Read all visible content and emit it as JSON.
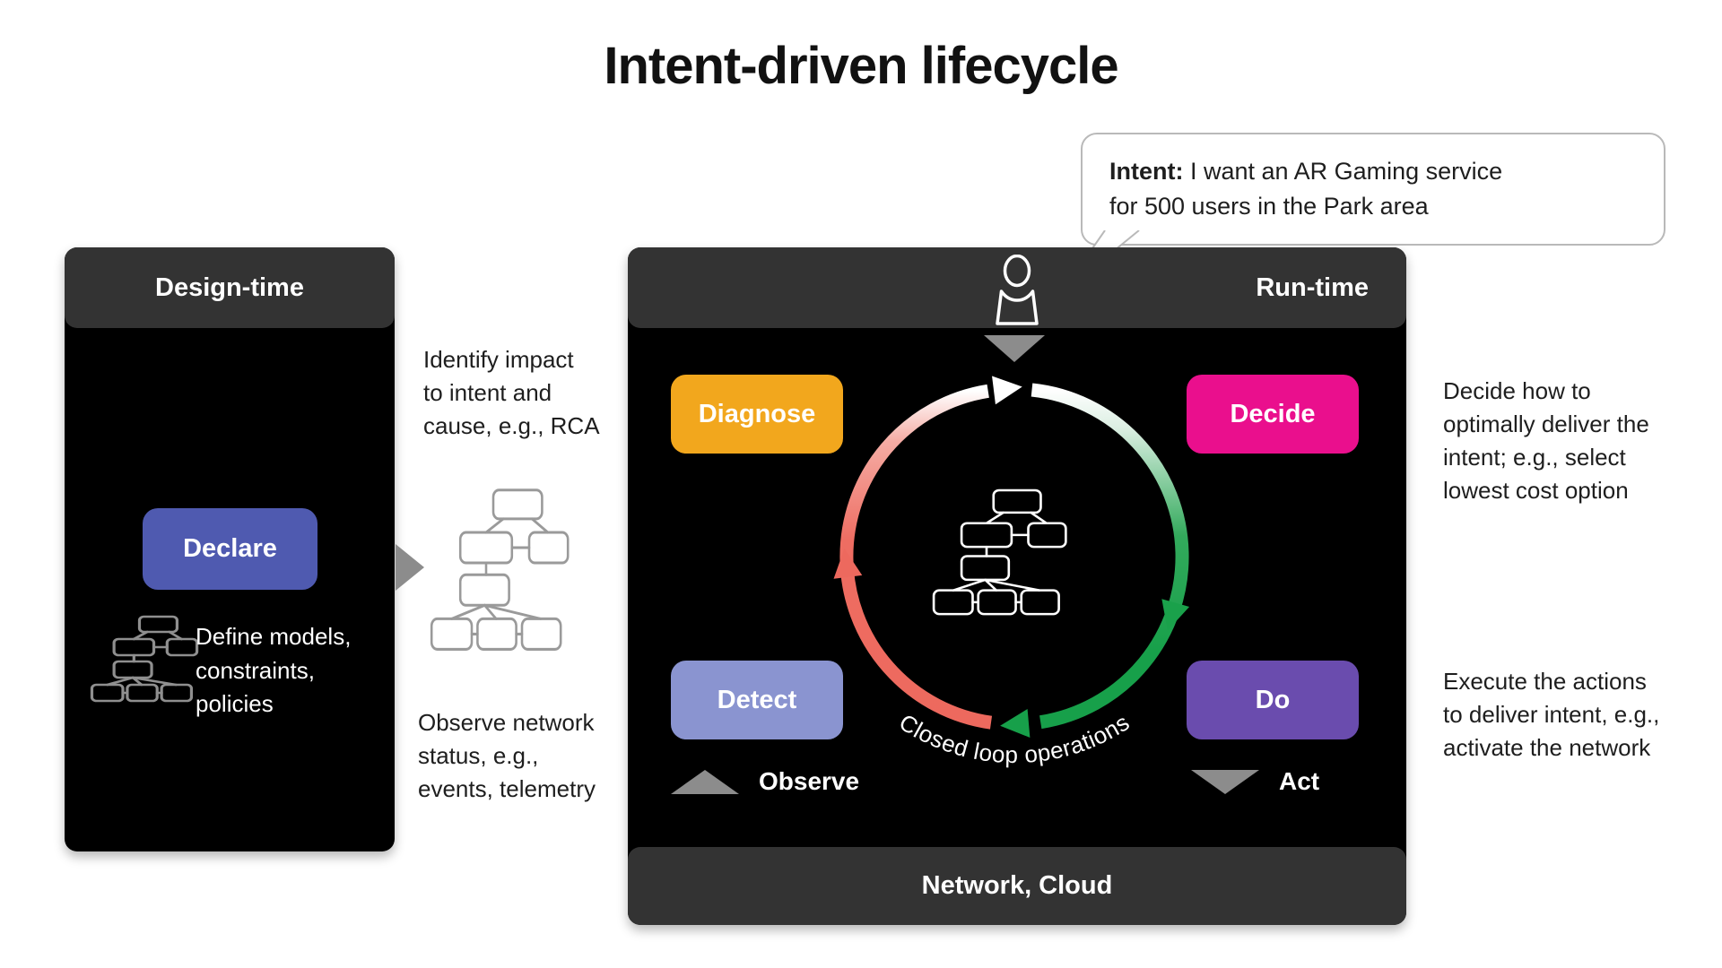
{
  "title": "Intent-driven lifecycle",
  "speech_bubble": {
    "label": "Intent:",
    "line1_rest": "I want an AR Gaming service",
    "line2": "for 500 users in the Park area"
  },
  "design_panel": {
    "header": "Design-time",
    "declare": {
      "label": "Declare",
      "color": "#4f5ab0"
    },
    "note_lines": [
      "Define models,",
      "constraints,",
      "policies"
    ]
  },
  "annotations": {
    "identify": [
      "Identify impact",
      "to intent and",
      "cause, e.g., RCA"
    ],
    "observe": [
      "Observe network",
      "status, e.g.,",
      "events, telemetry"
    ],
    "decide": [
      "Decide how to",
      "optimally deliver the",
      "intent; e.g., select",
      "lowest cost option"
    ],
    "execute": [
      "Execute the actions",
      "to deliver intent, e.g.,",
      "activate the network"
    ]
  },
  "runtime_panel": {
    "header": "Run-time",
    "buttons": [
      {
        "id": "diagnose",
        "label": "Diagnose",
        "color": "#f2a71d"
      },
      {
        "id": "decide",
        "label": "Decide",
        "color": "#ea0f8d"
      },
      {
        "id": "detect",
        "label": "Detect",
        "color": "#8a94d0"
      },
      {
        "id": "do",
        "label": "Do",
        "color": "#6a4cae"
      }
    ],
    "loop_label": "Closed loop operations",
    "observe_label": "Observe",
    "act_label": "Act",
    "footer": "Network, Cloud"
  },
  "colors": {
    "panel_header_gray": "#333333",
    "panel_body_black": "#000000",
    "arc_green": "#17a04a",
    "arc_salmon": "#ed695e",
    "marker_gray": "#8c8c8c",
    "bubble_border": "#b9b9b9",
    "text_dark": "#1e1e1e",
    "tree_outline_gray": "#9a9a9a"
  }
}
